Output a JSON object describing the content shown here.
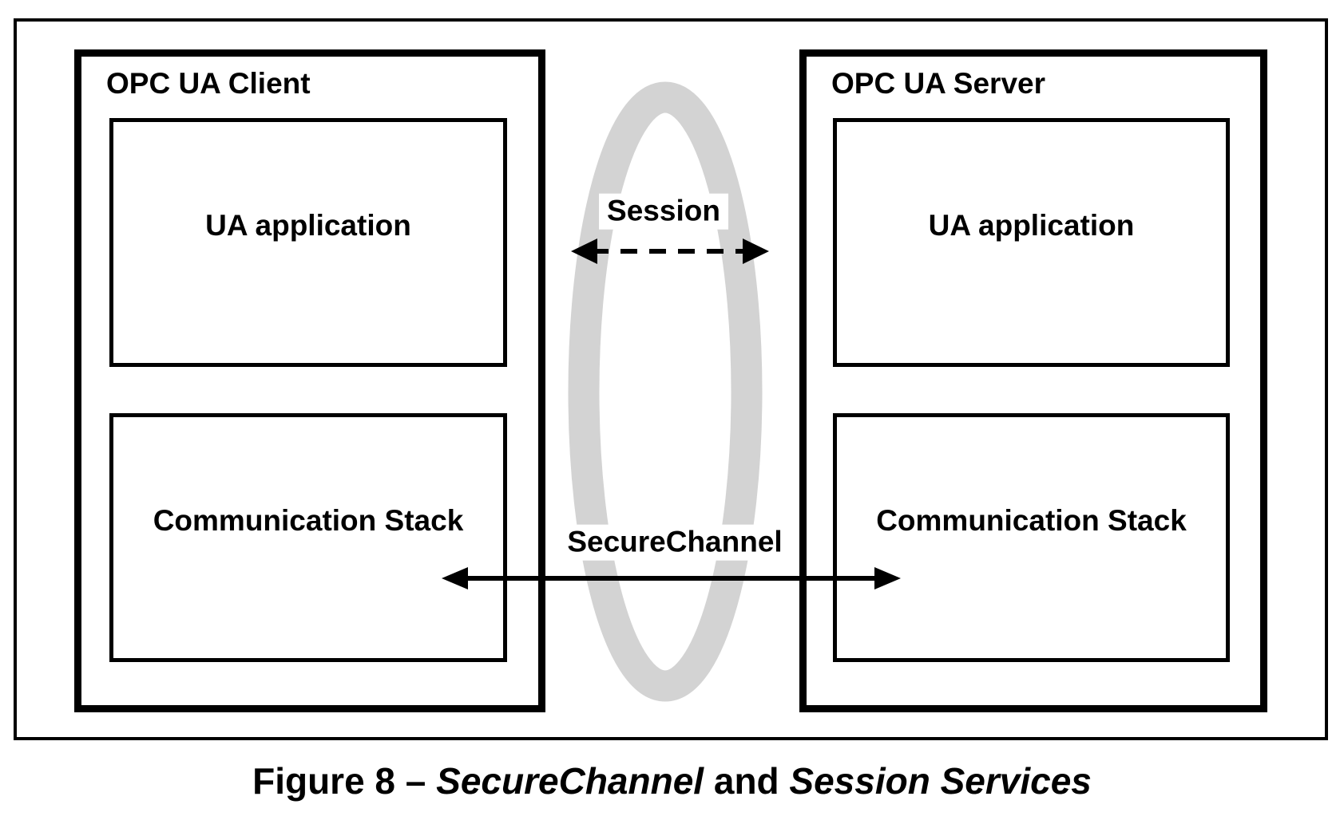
{
  "diagram": {
    "client": {
      "title": "OPC UA Client",
      "app_box": "UA application",
      "stack_box": "Communication Stack"
    },
    "server": {
      "title": "OPC UA Server",
      "app_box": "UA application",
      "stack_box": "Communication Stack"
    },
    "session": {
      "label": "Session",
      "line_style": "dashed",
      "arrow": "double-headed"
    },
    "secure_channel": {
      "label": "SecureChannel",
      "line_style": "solid",
      "arrow": "double-headed"
    },
    "caption": {
      "part1": "Figure 8 – ",
      "part2": "SecureChannel",
      "part3": " and ",
      "part4": "Session Services"
    },
    "colors": {
      "line": "#000000",
      "text": "#000000",
      "ellipse_ring": "#d3d3d3",
      "background": "#ffffff"
    }
  }
}
